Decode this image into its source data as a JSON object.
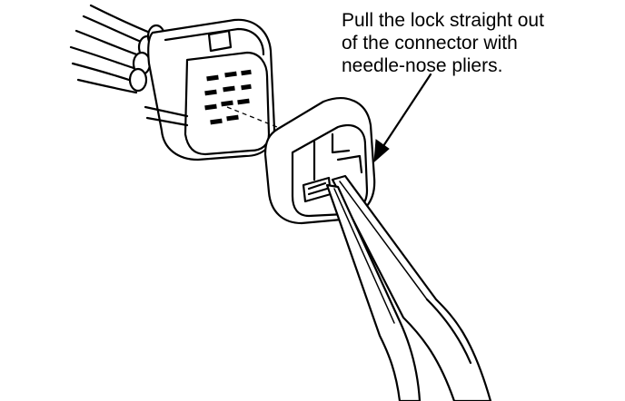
{
  "callout": {
    "lines": [
      "Pull the lock straight out",
      "of the connector with",
      "needle-nose pliers."
    ]
  },
  "colors": {
    "ink": "#000000",
    "paper": "#ffffff"
  },
  "parts": [
    "wire-harness",
    "connector",
    "connector-lock",
    "needle-nose-pliers",
    "callout-arrow"
  ]
}
